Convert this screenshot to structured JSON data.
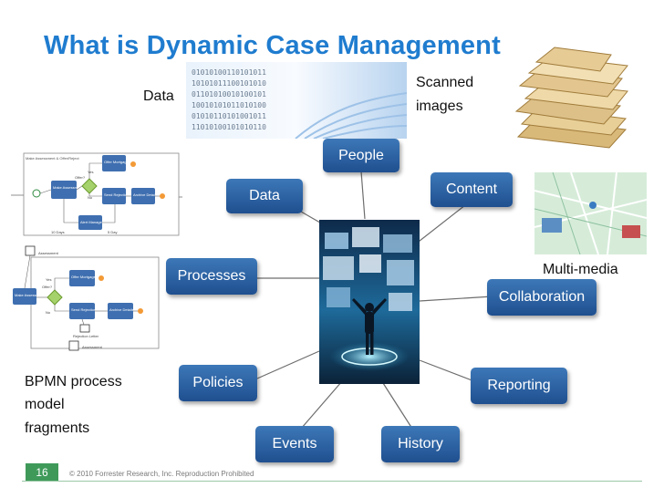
{
  "slide": {
    "title": "What is Dynamic Case Management",
    "labels": {
      "data": "Data",
      "scanned_1": "Scanned",
      "scanned_2": "images",
      "multimedia": "Multi-media",
      "bpmn_1": "BPMN process",
      "bpmn_2": "model",
      "bpmn_3": "fragments"
    },
    "nodes": {
      "people": "People",
      "content": "Content",
      "data": "Data",
      "processes": "Processes",
      "collaboration": "Collaboration",
      "policies": "Policies",
      "reporting": "Reporting",
      "events": "Events",
      "history": "History"
    },
    "bpmn_top": {
      "header": "Make Assessment & Offer/Reject",
      "make_assessment": "Make Assessment",
      "offer": "Offer?",
      "yes": "Yes",
      "no": "No",
      "offer_mortgage": "Offer Mortgage",
      "send_rejection": "Send Rejection",
      "archive_details": "Archive Details",
      "alert_manager": "Alert Manager",
      "ten_days": "10 Days",
      "five_day": "5 Day"
    },
    "bpmn_bottom": {
      "assessment_top": "Assessment",
      "make_assessment": "Make Assessment",
      "offer": "Offer?",
      "yes": "Yes",
      "no": "No",
      "offer_mortgage": "Offer Mortgage",
      "send_rejection": "Send Rejection",
      "archive_details": "Archive Details",
      "rejection_letter": "Rejection Letter",
      "assessment_bottom": "Assessment"
    },
    "footer": {
      "page_number": "16",
      "copyright": "© 2010 Forrester Research, Inc. Reproduction Prohibited"
    },
    "colors": {
      "title": "#1f7ccf",
      "node_fill": "#2b62a3",
      "footer_accent": "#3f9a5a"
    }
  }
}
